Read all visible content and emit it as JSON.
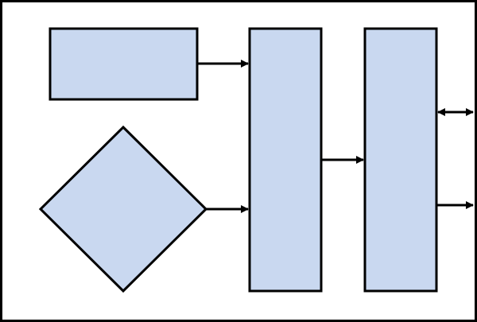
{
  "colors": {
    "background": "#ffffff",
    "frame_stroke": "#000000",
    "node_fill": "#c9d8f0",
    "node_stroke": "#000000",
    "arrow": "#000000"
  },
  "diagram": {
    "nodes": [
      {
        "id": "top-left-box",
        "shape": "rectangle"
      },
      {
        "id": "decision-diamond",
        "shape": "diamond"
      },
      {
        "id": "middle-tall-box",
        "shape": "rectangle"
      },
      {
        "id": "right-tall-box",
        "shape": "rectangle"
      }
    ],
    "edges": [
      {
        "from": "top-left-box",
        "to": "middle-tall-box",
        "type": "arrow"
      },
      {
        "from": "decision-diamond",
        "to": "middle-tall-box",
        "type": "arrow"
      },
      {
        "from": "middle-tall-box",
        "to": "right-tall-box",
        "type": "arrow"
      },
      {
        "from": "right-tall-box",
        "to": "outside-right-upper",
        "type": "bidirectional-arrow"
      },
      {
        "from": "right-tall-box",
        "to": "outside-right-lower",
        "type": "arrow"
      }
    ]
  }
}
